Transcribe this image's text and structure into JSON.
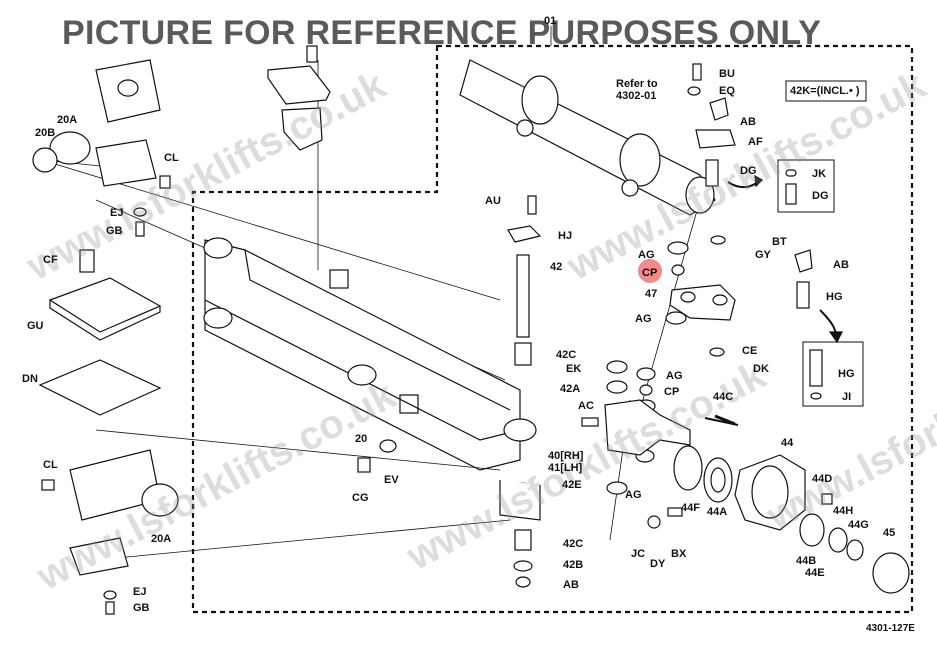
{
  "banner": "PICTURE FOR REFERENCE PURPOSES ONLY",
  "watermark": "www.lsforklifts.co.uk",
  "figure_code": "4301-127E",
  "refer_note": [
    "Refer to",
    "4302-01"
  ],
  "legend_box": "42K=(INCL.• )",
  "highlight_color": "#f28a8a",
  "labels": {
    "l01": "01",
    "BU": "BU",
    "EQ": "EQ",
    "AB1": "AB",
    "AF": "AF",
    "DG1": "DG",
    "JK": "JK",
    "DG2": "DG",
    "BT": "BT",
    "GY": "GY",
    "AB2": "AB",
    "HG1": "HG",
    "HG2": "HG",
    "JI": "JI",
    "AG1": "AG",
    "CP1": "CP",
    "l47": "47",
    "AG2": "AG",
    "CE": "CE",
    "DK": "DK",
    "AG3": "AG",
    "CP2": "CP",
    "l44C": "44C",
    "l44": "44",
    "l44D": "44D",
    "l44H": "44H",
    "l44G": "44G",
    "l45": "45",
    "l44B": "44B",
    "l44E": "44E",
    "l44A": "44A",
    "l44F": "44F",
    "BX": "BX",
    "DY": "DY",
    "JC": "JC",
    "AG4": "AG",
    "AU": "AU",
    "HJ": "HJ",
    "l42": "42",
    "l42C1": "42C",
    "EK": "EK",
    "l42A": "42A",
    "AC": "AC",
    "l40": "40[RH]",
    "l41": "41[LH]",
    "l42E": "42E",
    "l42C2": "42C",
    "l42B": "42B",
    "AB3": "AB",
    "l20": "20",
    "CG": "CG",
    "EV": "EV",
    "l20A1": "20A",
    "l20B": "20B",
    "CL1": "CL",
    "EJ1": "EJ",
    "GB1": "GB",
    "CF": "CF",
    "GU": "GU",
    "DN": "DN",
    "CL2": "CL",
    "l20A2": "20A",
    "EJ2": "EJ",
    "GB2": "GB"
  }
}
